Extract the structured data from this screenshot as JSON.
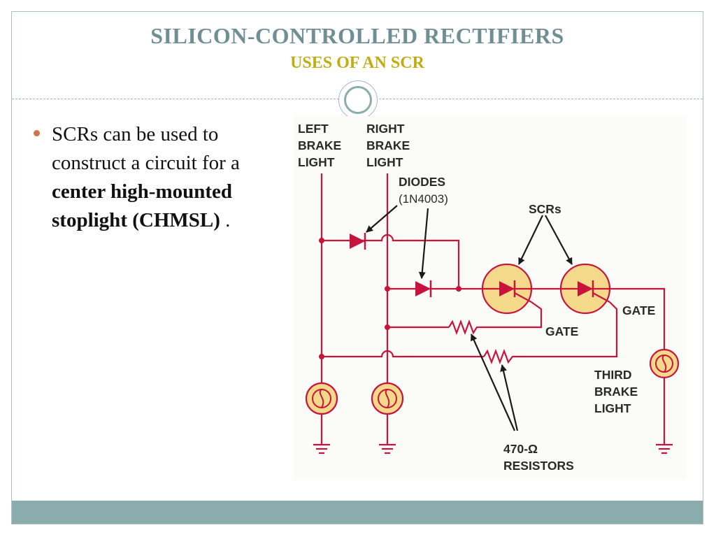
{
  "slide": {
    "title": "SILICON-CONTROLLED RECTIFIERS",
    "subtitle": "USES OF AN SCR"
  },
  "bullet": {
    "prefix": "SCRs can be used to construct a circuit for a ",
    "bold": "center high-mounted stoplight (CHMSL)",
    "suffix": " ."
  },
  "diagram": {
    "left_label": [
      "LEFT",
      "BRAKE",
      "LIGHT"
    ],
    "right_label": [
      "RIGHT",
      "BRAKE",
      "LIGHT"
    ],
    "diodes_label": [
      "DIODES",
      "(1N4003)"
    ],
    "scrs_label": "SCRs",
    "gate_label_1": "GATE",
    "gate_label_2": "GATE",
    "third_label": [
      "THIRD",
      "BRAKE",
      "LIGHT"
    ],
    "resistors_label": [
      "470-Ω",
      "RESISTORS"
    ]
  },
  "colors": {
    "title": "#6f8f95",
    "subtitle": "#c0ad10",
    "wire": "#c8143c",
    "scr_fill": "#f5d98a",
    "band": "#8aacad",
    "bullet": "#d2744a"
  }
}
